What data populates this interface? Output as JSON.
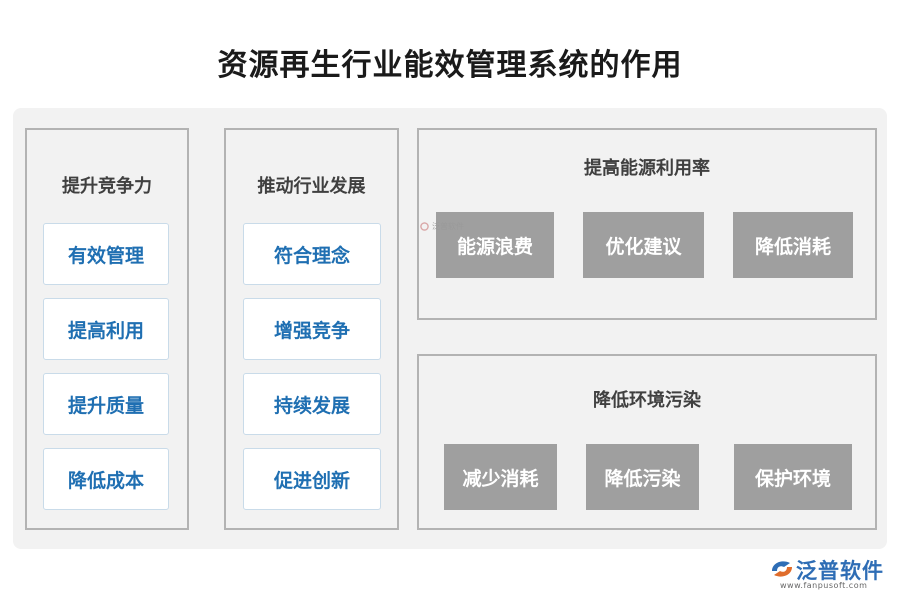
{
  "title": "资源再生行业能效管理系统的作用",
  "panels": {
    "competitiveness": {
      "heading": "提升竞争力",
      "items": [
        "有效管理",
        "提高利用",
        "提升质量",
        "降低成本"
      ]
    },
    "industry": {
      "heading": "推动行业发展",
      "items": [
        "符合理念",
        "增强竞争",
        "持续发展",
        "促进创新"
      ]
    },
    "energy": {
      "heading": "提高能源利用率",
      "items": [
        "能源浪费",
        "优化建议",
        "降低消耗"
      ]
    },
    "pollution": {
      "heading": "降低环境污染",
      "items": [
        "减少消耗",
        "降低污染",
        "保护环境"
      ]
    }
  },
  "watermark": {
    "text": "泛普软件"
  },
  "logo": {
    "name": "泛普软件",
    "url": "www.fanpusoft.com"
  },
  "colors": {
    "accent_text": "#1f6fb2",
    "gray_box": "#9f9f9f",
    "panel_border": "#b3b3b3",
    "logo": "#2e6db5"
  }
}
